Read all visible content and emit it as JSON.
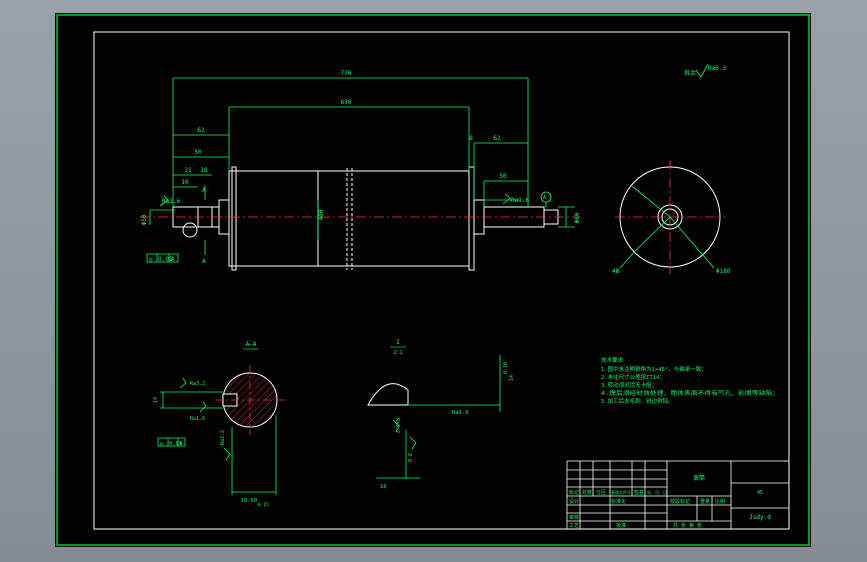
{
  "drawing": {
    "dimensions": {
      "overall_length": "770",
      "body_length": "630",
      "left_end_length": "62",
      "right_end_length": "62",
      "shoulder_length": "50",
      "step_a": "31",
      "step_b": "18",
      "gap": "8",
      "right_journal": "50",
      "key_width": "10",
      "center_diameter": "400",
      "pulley_diameter": "Φ180",
      "hole_count": "4Ⅲ",
      "journal_diameter": "Φ60",
      "key_depth": "Φ50"
    },
    "roughness": {
      "general": "Ra6.3",
      "journal": "Ra1.6",
      "key_side": "Ra3.2",
      "bore": "Ra1.6"
    },
    "tolerance_frame": [
      "◎",
      "0.01",
      "A"
    ],
    "datum_label": "A",
    "sections": {
      "section_a_title": "A—A",
      "section_b_title": "I",
      "section_b_scale": "2:1",
      "key_dim_a": "16.50",
      "key_dim_b": "-0.15",
      "key_dim_c": "16",
      "key_dim_d": "0.8",
      "sec_width": "14",
      "sec_width_tol": "0.10"
    },
    "notes": {
      "title": "技术要求",
      "lines": [
        "1.图中未注明倒角为1×45°，与轴承一致；",
        "2.未注尺寸公差按IT14；",
        "3.转动须灵活无卡阻；",
        "4.焊后须经时效处理，筒体表面不得有气孔、砂眼等缺陷；",
        "5.加工后去毛刺，锐边倒钝。"
      ]
    },
    "title_block": {
      "part_name": "滚筒",
      "material": "45",
      "drawing_no": "Jsdy.d",
      "row_labels": [
        "标记",
        "处数",
        "分区",
        "更改文件号",
        "签名",
        "年、月、日"
      ],
      "design": "设计",
      "standard": "标准化",
      "review": "审核",
      "process": "工艺",
      "approve": "批准",
      "stage_mark": "阶段标记",
      "weight": "重量",
      "scale": "比例",
      "sheets": "共 张 第 张"
    }
  }
}
